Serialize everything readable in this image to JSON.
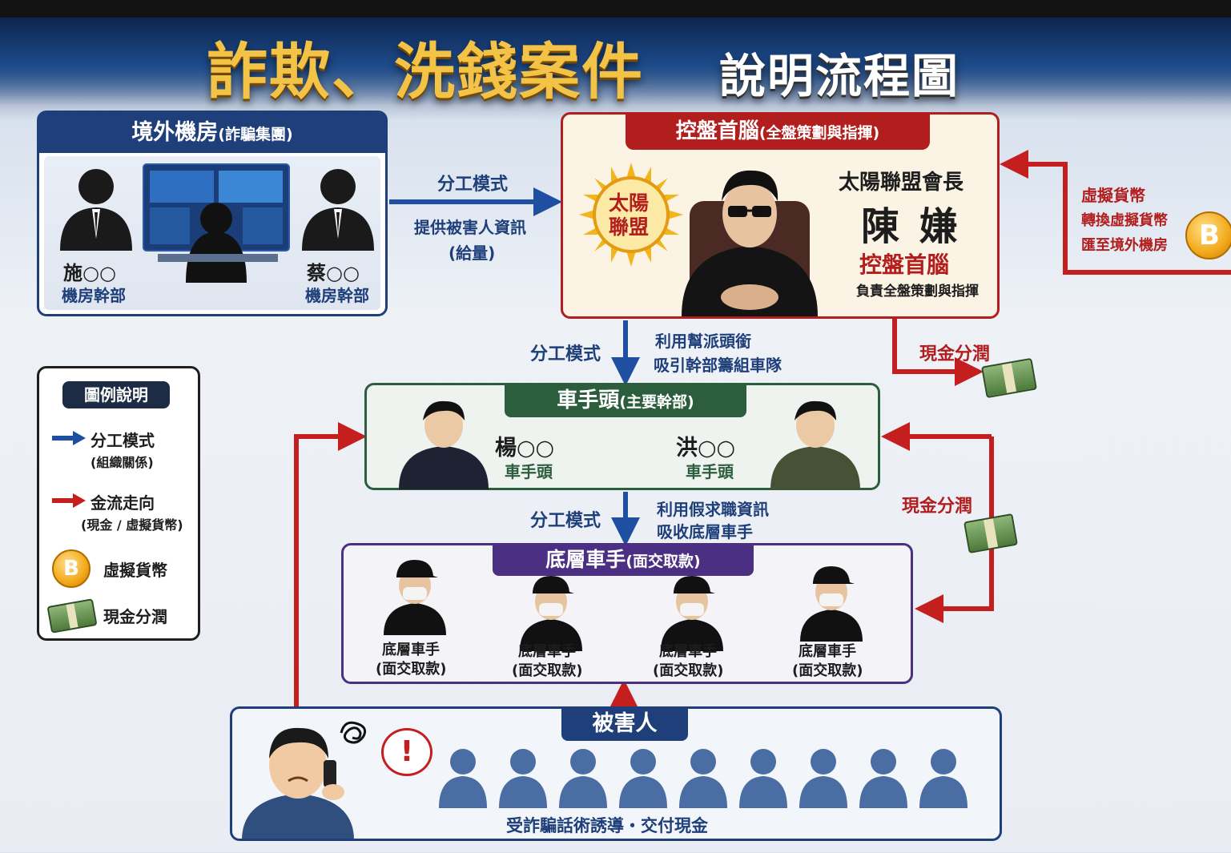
{
  "header": {
    "title_main": "詐欺、洗錢案件",
    "title_sub": "說明流程圖"
  },
  "overseas": {
    "title": "境外機房",
    "title_paren": "(詐騙集團)",
    "left_name": "施○○",
    "left_role": "機房幹部",
    "right_name": "蔡○○",
    "right_role": "機房幹部"
  },
  "arrow_overseas_to_boss": {
    "label": "分工模式",
    "desc_1": "提供被害人資訊",
    "desc_2": "(給量)"
  },
  "boss": {
    "title": "控盤首腦",
    "title_paren": "(全盤策劃與指揮)",
    "sun_line1": "太陽",
    "sun_line2": "聯盟",
    "org_title": "太陽聯盟會長",
    "name": "陳 嫌",
    "role": "控盤首腦",
    "duty": "負責全盤策劃與指揮"
  },
  "crypto_flow": {
    "line1": "虛擬貨幣",
    "line2": "轉換虛擬貨幣",
    "line3": "匯至境外機房",
    "coin_symbol": "B"
  },
  "boss_to_drivers": {
    "label": "分工模式",
    "desc_1": "利用幫派頭銜",
    "desc_2": "吸引幹部籌組車隊"
  },
  "cash_share_top": "現金分潤",
  "driver_head": {
    "title": "車手頭",
    "title_paren": "(主要幹部)",
    "left_name": "楊○○",
    "left_role": "車手頭",
    "right_name": "洪○○",
    "right_role": "車手頭"
  },
  "drivers_to_runners": {
    "label": "分工模式",
    "desc_1": "利用假求職資訊",
    "desc_2": "吸收底層車手"
  },
  "cash_share_right": "現金分潤",
  "runners": {
    "title": "底層車手",
    "title_paren": "(面交取款)",
    "items": [
      {
        "role": "底層車手",
        "desc": "(面交取款)"
      },
      {
        "role": "底層車手",
        "desc": "(面交取款)"
      },
      {
        "role": "底層車手",
        "desc": "(面交取款)"
      },
      {
        "role": "底層車手",
        "desc": "(面交取款)"
      }
    ]
  },
  "victims": {
    "title": "被害人",
    "caption": "受詐騙話術誘導・交付現金",
    "exclaim": "!"
  },
  "legend": {
    "title": "圖例說明",
    "items": [
      {
        "label": "分工模式",
        "sub": "(組織關係)"
      },
      {
        "label": "金流走向",
        "sub": "(現金 / 虛擬貨幣)"
      },
      {
        "label": "虛擬貨幣",
        "sub": ""
      },
      {
        "label": "現金分潤",
        "sub": ""
      }
    ]
  },
  "colors": {
    "blue": "#1e3f7a",
    "red": "#b21e1e",
    "green": "#2c5e3e",
    "purple": "#4b2f82",
    "gold": "#f3c348"
  }
}
